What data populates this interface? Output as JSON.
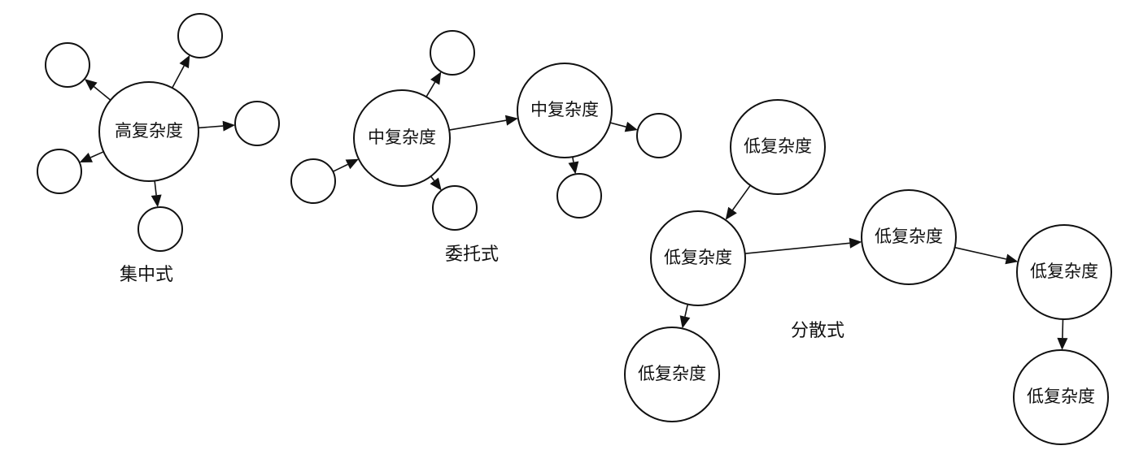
{
  "diagram": {
    "nodes": {
      "hub_high": {
        "label": "高复杂度"
      },
      "c_tl": {
        "label": ""
      },
      "c_top": {
        "label": ""
      },
      "c_right": {
        "label": ""
      },
      "c_left": {
        "label": ""
      },
      "c_bottom": {
        "label": ""
      },
      "mid1": {
        "label": "中复杂度"
      },
      "mid2": {
        "label": "中复杂度"
      },
      "d_in": {
        "label": ""
      },
      "d_up": {
        "label": ""
      },
      "d_down": {
        "label": ""
      },
      "d_right": {
        "label": ""
      },
      "d_down2": {
        "label": ""
      },
      "low_a": {
        "label": "低复杂度"
      },
      "low_b": {
        "label": "低复杂度"
      },
      "low_c": {
        "label": "低复杂度"
      },
      "low_d": {
        "label": "低复杂度"
      },
      "low_e": {
        "label": "低复杂度"
      },
      "low_f": {
        "label": "低复杂度"
      }
    },
    "edges": [
      {
        "from": "hub_high",
        "to": "c_tl"
      },
      {
        "from": "hub_high",
        "to": "c_top"
      },
      {
        "from": "hub_high",
        "to": "c_right"
      },
      {
        "from": "hub_high",
        "to": "c_left"
      },
      {
        "from": "hub_high",
        "to": "c_bottom"
      },
      {
        "from": "d_in",
        "to": "mid1"
      },
      {
        "from": "mid1",
        "to": "d_up"
      },
      {
        "from": "mid1",
        "to": "d_down"
      },
      {
        "from": "mid1",
        "to": "mid2"
      },
      {
        "from": "mid2",
        "to": "d_right"
      },
      {
        "from": "mid2",
        "to": "d_down2"
      },
      {
        "from": "low_a",
        "to": "low_b"
      },
      {
        "from": "low_b",
        "to": "low_c"
      },
      {
        "from": "low_b",
        "to": "low_d"
      },
      {
        "from": "low_d",
        "to": "low_e"
      },
      {
        "from": "low_e",
        "to": "low_f"
      }
    ],
    "captions": {
      "centralized": "集中式",
      "delegated": "委托式",
      "distributed": "分散式"
    }
  }
}
